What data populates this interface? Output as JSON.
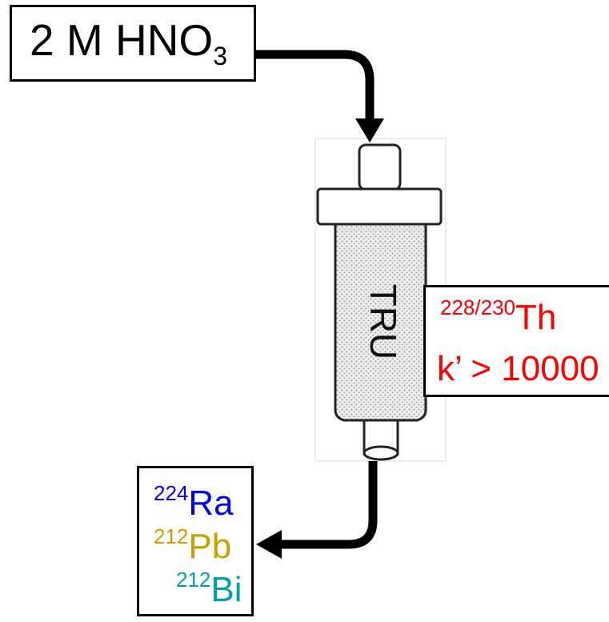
{
  "eluent": {
    "text": "2 M HNO",
    "subscript": "3"
  },
  "column": {
    "label": "TRU"
  },
  "retained": {
    "isotope_mass": "228/230",
    "element": "Th",
    "capacity_factor": "k’ > 10000",
    "color": "#ff0000"
  },
  "eluate": [
    {
      "mass": "224",
      "element": "Ra",
      "color": "#0000ee"
    },
    {
      "mass": "212",
      "element": "Pb",
      "color": "#c8a000"
    },
    {
      "mass": "212",
      "element": "Bi",
      "color": "#00a3a3"
    }
  ]
}
